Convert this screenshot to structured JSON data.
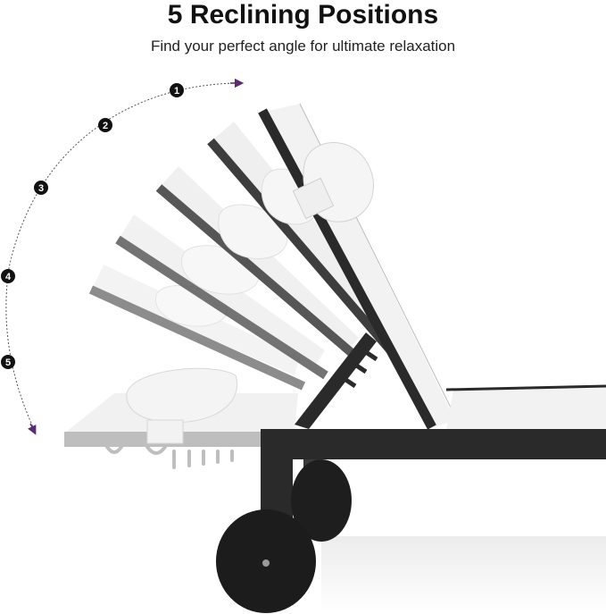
{
  "header": {
    "title": "5 Reclining Positions",
    "subtitle": "Find your perfect angle for ultimate relaxation"
  },
  "positions": [
    {
      "number": "1"
    },
    {
      "number": "2"
    },
    {
      "number": "3"
    },
    {
      "number": "4"
    },
    {
      "number": "5"
    }
  ],
  "colors": {
    "frame": "#2a2a2a",
    "sling": "#f2f2f2",
    "arrow": "#5b2c6f",
    "badge": "#111111"
  }
}
